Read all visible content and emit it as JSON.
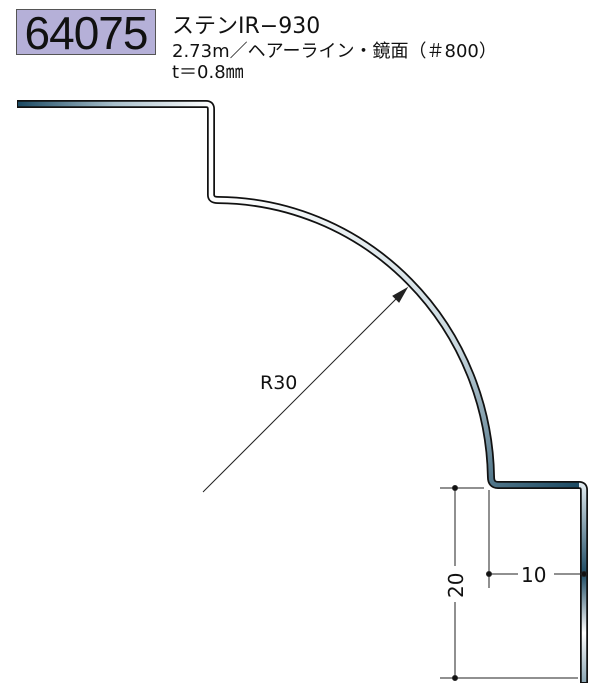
{
  "product": {
    "code": "64075",
    "name": "ステンIR−930",
    "spec": "2.73m／ヘアーライン・鏡面（＃800）",
    "thickness": "t＝0.8㎜"
  },
  "dimensions": {
    "radius_label": "R30",
    "width_label": "10",
    "height_label": "20"
  },
  "colors": {
    "badge": "#b5b0d8",
    "steel_dark": "#1c4a63",
    "steel_light": "#ffffff"
  }
}
